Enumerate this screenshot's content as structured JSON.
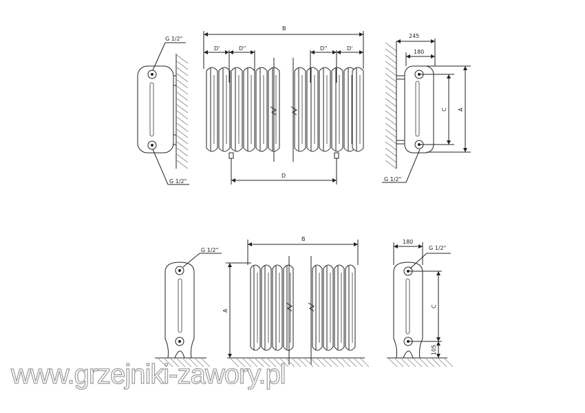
{
  "top_view": {
    "side_left": {
      "label_top": "G 1/2\"",
      "label_bottom": "G 1/2\""
    },
    "front": {
      "width_label": "B",
      "pitch_left_outer": "D'",
      "pitch_left_inner": "D''",
      "pitch_right_inner": "D''",
      "pitch_right_outer": "D'",
      "connection_spacing": "D"
    },
    "side_right": {
      "depth_total": "245",
      "depth_body": "180",
      "connection_height": "C",
      "height": "A",
      "label_bottom": "G 1/2\""
    }
  },
  "bottom_view": {
    "side_left": {
      "label_top": "G 1/2\""
    },
    "front": {
      "width_label": "B",
      "height": "A"
    },
    "side_right": {
      "depth": "180",
      "label_top": "G 1/2\"",
      "connection_height": "C",
      "floor_clearance": "105"
    }
  },
  "watermark": "www.grzejniki-zawory.pl"
}
